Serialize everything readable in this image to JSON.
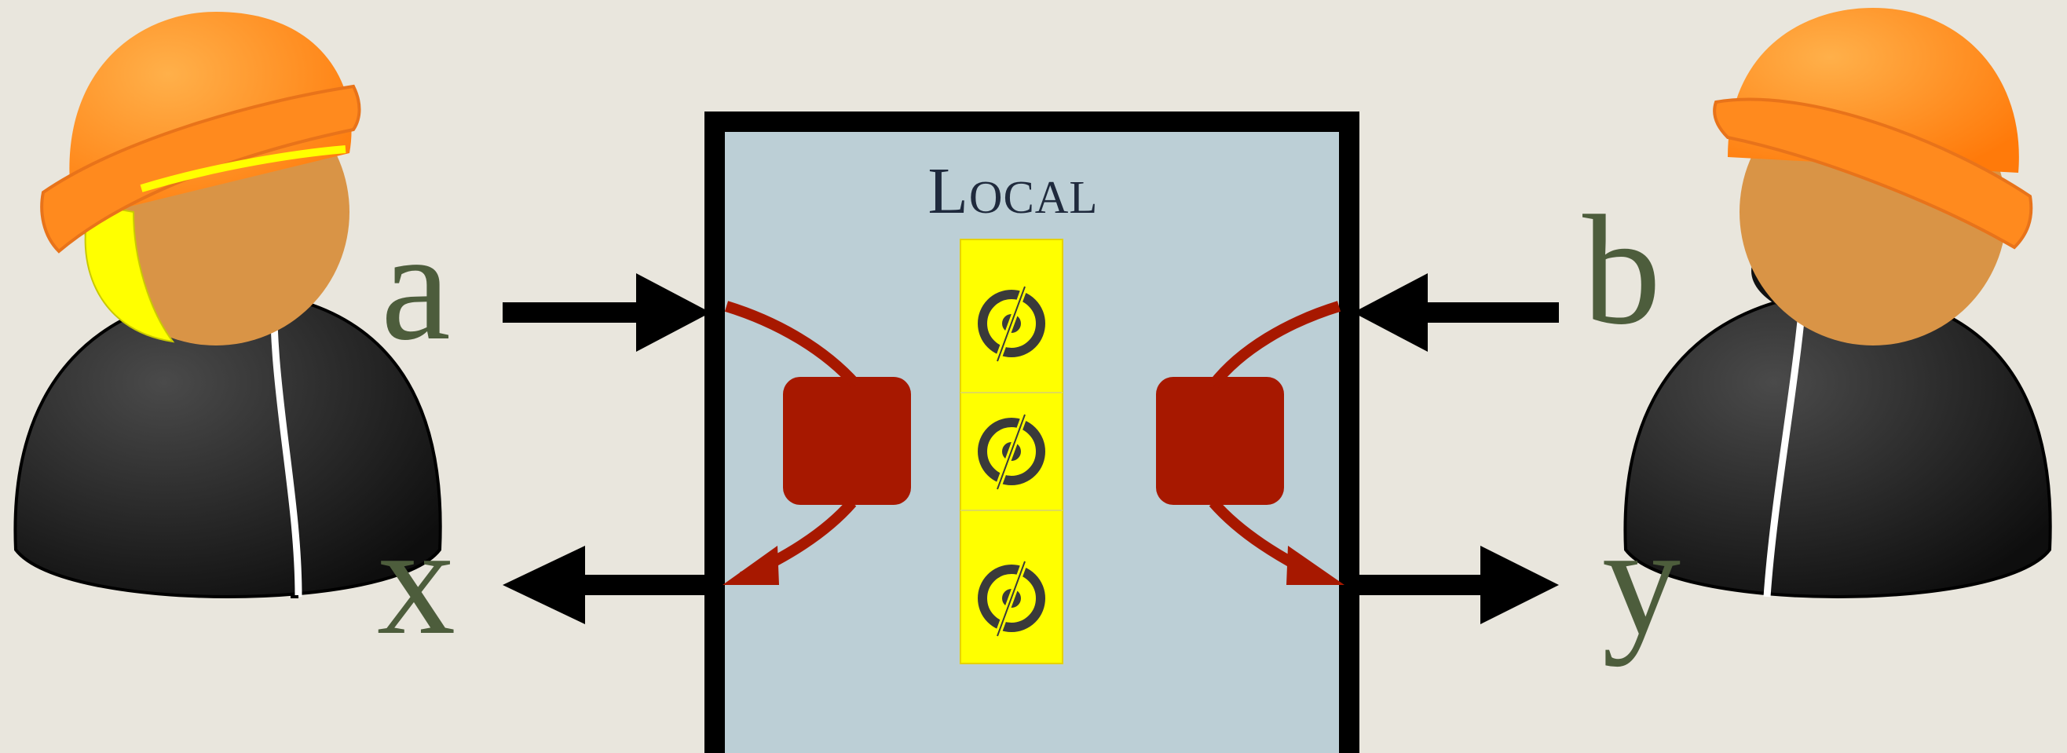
{
  "box": {
    "title": "Local"
  },
  "inputs": {
    "left": "a",
    "right": "b"
  },
  "outputs": {
    "left": "x",
    "right": "y"
  },
  "colors": {
    "background": "#e9e6dd",
    "box_fill": "#bccfd6",
    "box_border": "#000000",
    "processor": "#a71800",
    "token": "#ffff00",
    "label_text": "#4d5d3c",
    "title_text": "#1f2a3d",
    "hat": "#ff8a1e",
    "body": "#1c1c1c",
    "face": "#d99446",
    "hair": "#ffff00"
  },
  "icons": {
    "token": "zero-bit-token-icon",
    "left_user": "user-with-hat-icon",
    "right_user": "user-with-hat-icon"
  }
}
